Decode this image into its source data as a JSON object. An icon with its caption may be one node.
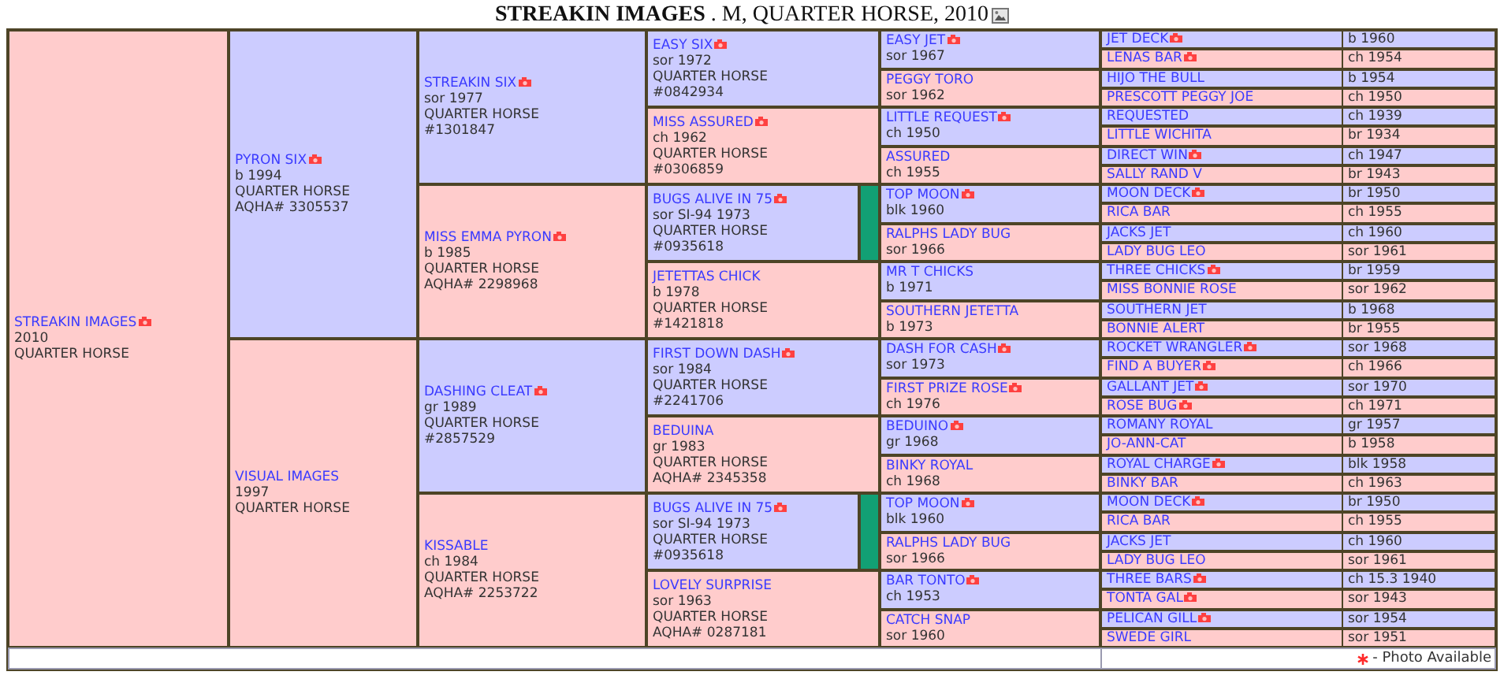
{
  "diagram": {
    "title": "**STREAKIN IMAGES** . M, QUARTER HORSE, 2010",
    "nodes": [
      {
        "text": [
          "STREAKIN IMAGES",
          "2010",
          "QUARTER HORSE"
        ]
      },
      {
        "text": [
          "PYRON SIX",
          "b 1994",
          "QUARTER HORSE",
          "AQHA# 3305537"
        ]
      },
      {
        "text": [
          "STREAKIN SIX",
          "sor 1977",
          "QUARTER HORSE",
          "#1301847"
        ]
      },
      {
        "text": [
          "EASY SIX",
          "sor 1972",
          "QUARTER HORSE",
          "#0842934"
        ]
      },
      {
        "text": [
          "EASY JET",
          "sor 1967"
        ]
      },
      {
        "text": [
          "JET DECK",
          "b 1960"
        ]
      },
      {
        "text": [
          "LENAS BAR",
          "ch 1954"
        ]
      },
      {
        "text": [
          "PEGGY TORO",
          "sor 1962"
        ]
      },
      {
        "text": [
          "HIJO THE BULL",
          "b 1954"
        ]
      },
      {
        "text": [
          "PRESCOTT PEGGY JOE",
          "ch 1950"
        ]
      },
      {
        "text": [
          "MISS ASSURED",
          "ch 1962",
          "QUARTER HORSE",
          "#0306859"
        ]
      },
      {
        "text": [
          "LITTLE REQUEST",
          "ch 1950"
        ]
      },
      {
        "text": [
          "REQUESTED",
          "ch 1939"
        ]
      },
      {
        "text": [
          "LITTLE WICHITA",
          "br 1934"
        ]
      },
      {
        "text": [
          "ASSURED",
          "ch 1955"
        ]
      },
      {
        "text": [
          "DIRECT WIN",
          "ch 1947"
        ]
      },
      {
        "text": [
          "SALLY RAND V",
          "br 1943"
        ]
      },
      {
        "text": [
          "MISS EMMA PYRON",
          "b 1985",
          "QUARTER HORSE",
          "AQHA# 2298968"
        ]
      },
      {
        "text": [
          "BUGS ALIVE IN 75",
          "sor SI-94 1973",
          "QUARTER HORSE",
          "#0935618"
        ]
      },
      {
        "text": [
          "TOP MOON",
          "blk 1960"
        ]
      },
      {
        "text": [
          "MOON DECK",
          "br 1950"
        ]
      },
      {
        "text": [
          "RICA BAR",
          "ch 1955"
        ]
      },
      {
        "text": [
          "RALPHS LADY BUG",
          "sor 1966"
        ]
      },
      {
        "text": [
          "JACKS JET",
          "ch 1960"
        ]
      },
      {
        "text": [
          "LADY BUG LEO",
          "sor 1961"
        ]
      },
      {
        "text": [
          "JETETTAS CHICK",
          "b 1978",
          "QUARTER HORSE",
          "#1421818"
        ]
      },
      {
        "text": [
          "MR T CHICKS",
          "b 1971"
        ]
      },
      {
        "text": [
          "THREE CHICKS",
          "br 1959"
        ]
      },
      {
        "text": [
          "MISS BONNIE ROSE",
          "sor 1962"
        ]
      },
      {
        "text": [
          "SOUTHERN JETETTA",
          "b 1973"
        ]
      },
      {
        "text": [
          "SOUTHERN JET",
          "b 1968"
        ]
      },
      {
        "text": [
          "BONNIE ALERT",
          "br 1955"
        ]
      },
      {
        "text": [
          "VISUAL IMAGES",
          "1997",
          "QUARTER HORSE"
        ]
      },
      {
        "text": [
          "DASHING CLEAT",
          "gr 1989",
          "QUARTER HORSE",
          "#2857529"
        ]
      },
      {
        "text": [
          "FIRST DOWN DASH",
          "sor 1984",
          "QUARTER HORSE",
          "#2241706"
        ]
      },
      {
        "text": [
          "DASH FOR CASH",
          "sor 1973"
        ]
      },
      {
        "text": [
          "ROCKET WRANGLER",
          "sor 1968"
        ]
      },
      {
        "text": [
          "FIND A BUYER",
          "ch 1966"
        ]
      },
      {
        "text": [
          "FIRST PRIZE ROSE",
          "ch 1976"
        ]
      },
      {
        "text": [
          "GALLANT JET",
          "sor 1970"
        ]
      },
      {
        "text": [
          "ROSE BUG",
          "ch 1971"
        ]
      },
      {
        "text": [
          "BEDUINA",
          "gr 1983",
          "QUARTER HORSE",
          "AQHA# 2345358"
        ]
      },
      {
        "text": [
          "BEDUINO",
          "gr 1968"
        ]
      },
      {
        "text": [
          "ROMANY ROYAL",
          "gr 1957"
        ]
      },
      {
        "text": [
          "JO-ANN-CAT",
          "b 1958"
        ]
      },
      {
        "text": [
          "BINKY ROYAL",
          "ch 1968"
        ]
      },
      {
        "text": [
          "ROYAL CHARGE",
          "blk 1958"
        ]
      },
      {
        "text": [
          "BINKY BAR",
          "ch 1963"
        ]
      },
      {
        "text": [
          "KISSABLE",
          "ch 1984",
          "QUARTER HORSE",
          "AQHA# 2253722"
        ]
      },
      {
        "text": [
          "BUGS ALIVE IN 75",
          "sor SI-94 1973",
          "QUARTER HORSE",
          "#0935618"
        ]
      },
      {
        "text": [
          "TOP MOON",
          "blk 1960"
        ]
      },
      {
        "text": [
          "MOON DECK",
          "br 1950"
        ]
      },
      {
        "text": [
          "RICA BAR",
          "ch 1955"
        ]
      },
      {
        "text": [
          "RALPHS LADY BUG",
          "sor 1966"
        ]
      },
      {
        "text": [
          "JACKS JET",
          "ch 1960"
        ]
      },
      {
        "text": [
          "LADY BUG LEO",
          "sor 1961"
        ]
      },
      {
        "text": [
          "LOVELY SURPRISE",
          "sor 1963",
          "QUARTER HORSE",
          "AQHA# 0287181"
        ]
      },
      {
        "text": [
          "BAR TONTO",
          "ch 1953"
        ]
      },
      {
        "text": [
          "THREE BARS",
          "ch 15.3 1940"
        ]
      },
      {
        "text": [
          "TONTA GAL",
          "sor 1943"
        ]
      },
      {
        "text": [
          "CATCH SNAP",
          "sor 1960"
        ]
      },
      {
        "text": [
          "PELICAN GILL",
          "sor 1954"
        ]
      },
      {
        "text": [
          "SWEDE GIRL",
          "sor 1951"
        ]
      }
    ],
    "legend": [
      {
        "text": "- Photo Available"
      }
    ]
  }
}
